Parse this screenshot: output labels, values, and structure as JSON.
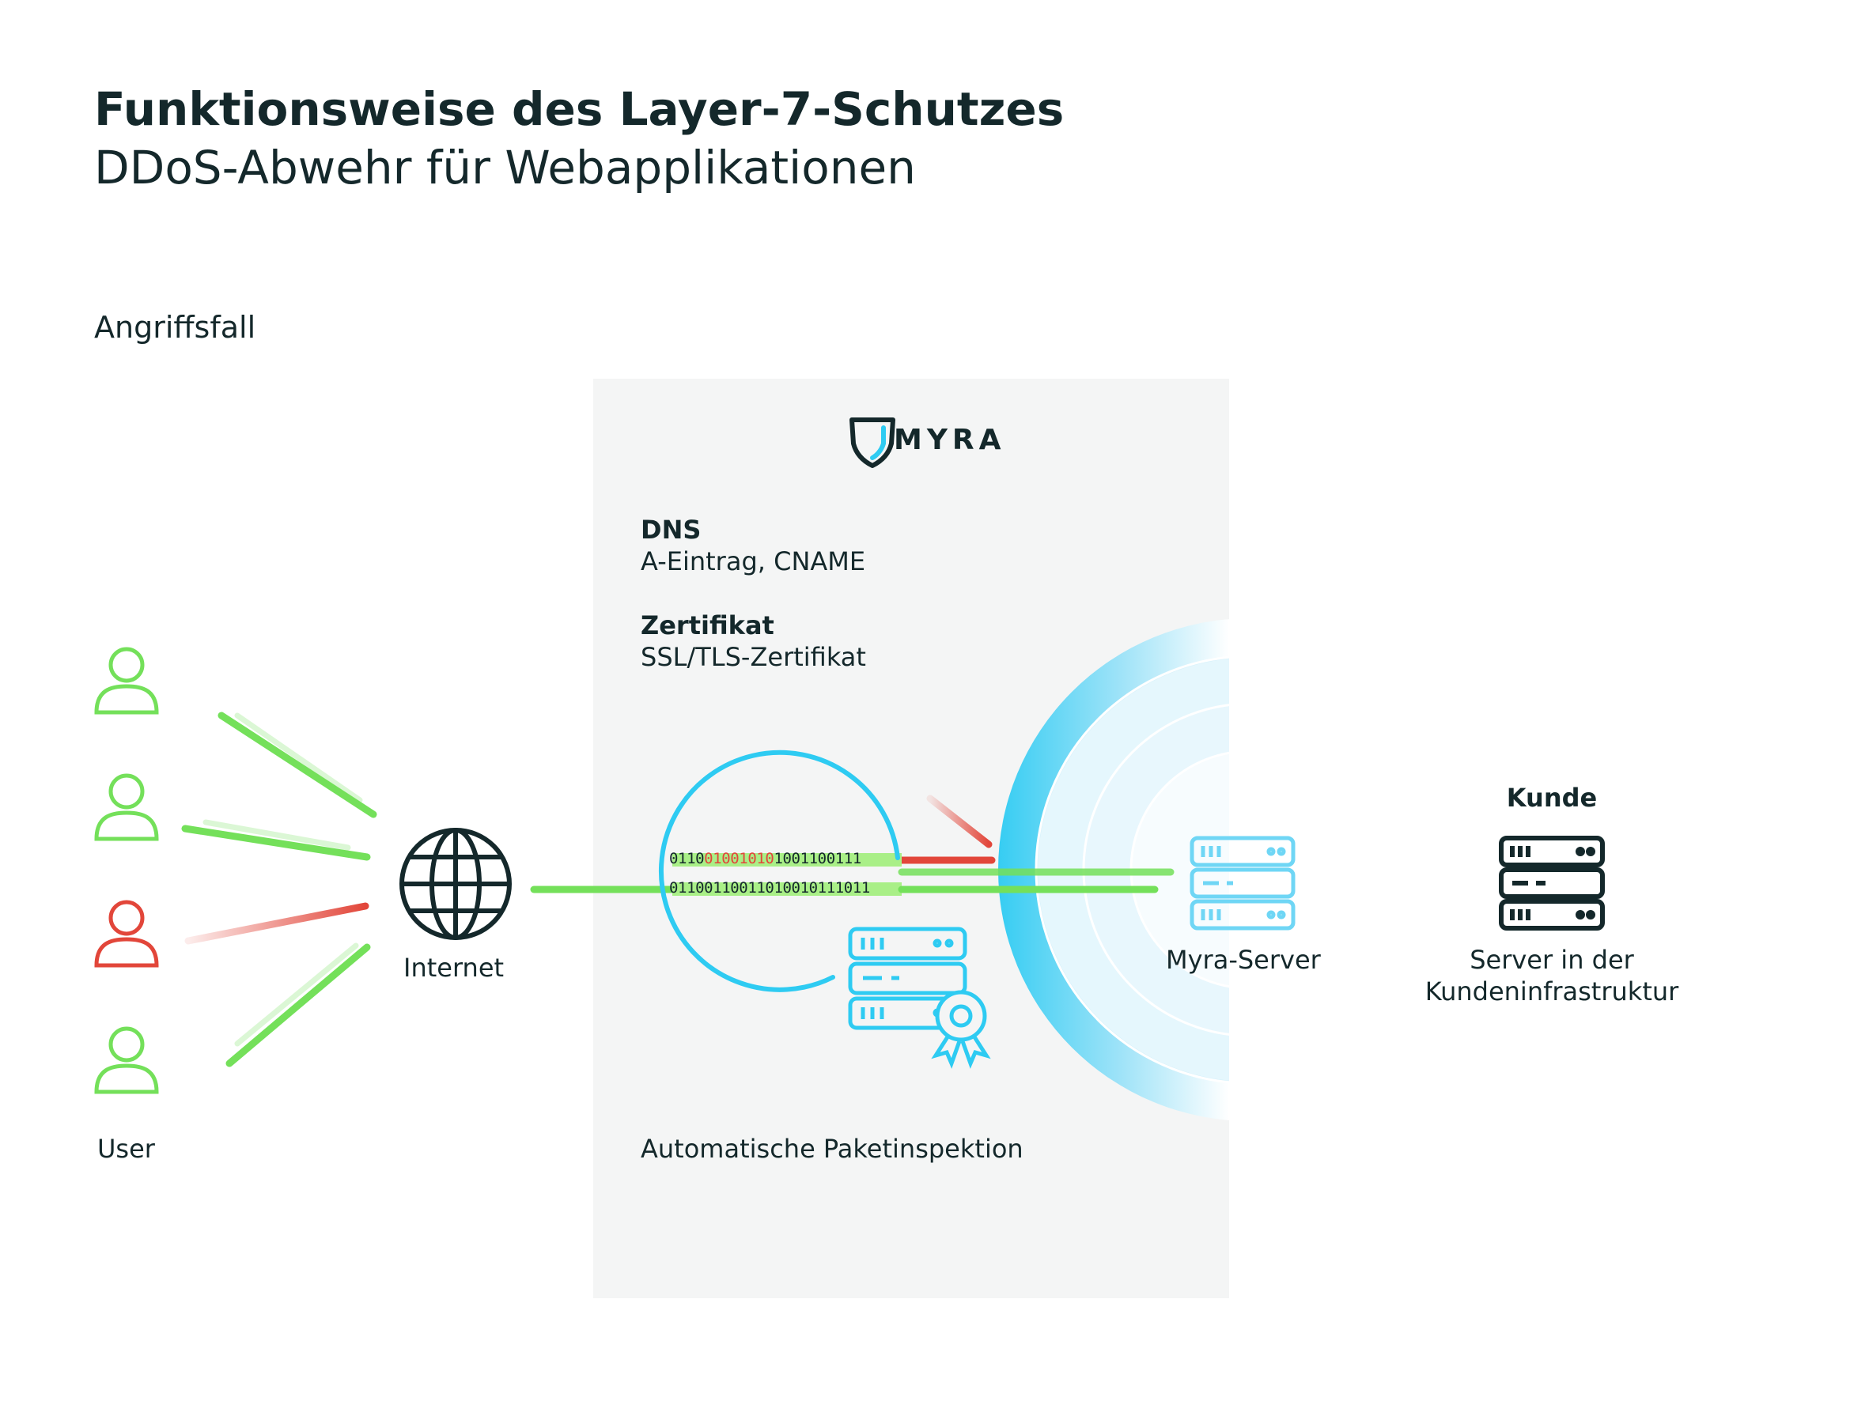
{
  "header": {
    "title": "Funktionsweise des Layer-7-Schutzes",
    "subtitle": "DDoS-Abwehr für Webapplikationen"
  },
  "section_label": "Angriffsfall",
  "brand": {
    "logo_text": "MYRA"
  },
  "panel": {
    "dns_heading": "DNS",
    "dns_detail": "A-Eintrag, CNAME",
    "cert_heading": "Zertifikat",
    "cert_detail": "SSL/TLS-Zertifikat",
    "inspection_label": "Automatische Paketinspektion",
    "bitstream_top": {
      "pre": "0110",
      "red": "01001010",
      "post": "1001100111"
    },
    "bitstream_bottom": "01100110011010010111011"
  },
  "nodes": {
    "users_label": "User",
    "internet_label": "Internet",
    "myra_server_label": "Myra-Server",
    "customer_heading": "Kunde",
    "customer_server_label_line1": "Server in der",
    "customer_server_label_line2": "Kundeninfrastruktur"
  },
  "colors": {
    "green": "#74e05a",
    "red": "#e2463a",
    "cyan": "#2ecbf2",
    "dark": "#14282b",
    "panel": "#f4f5f5"
  },
  "icons": [
    "user-icon",
    "globe-icon",
    "server-icon",
    "certificate-icon",
    "shield-logo-icon"
  ]
}
